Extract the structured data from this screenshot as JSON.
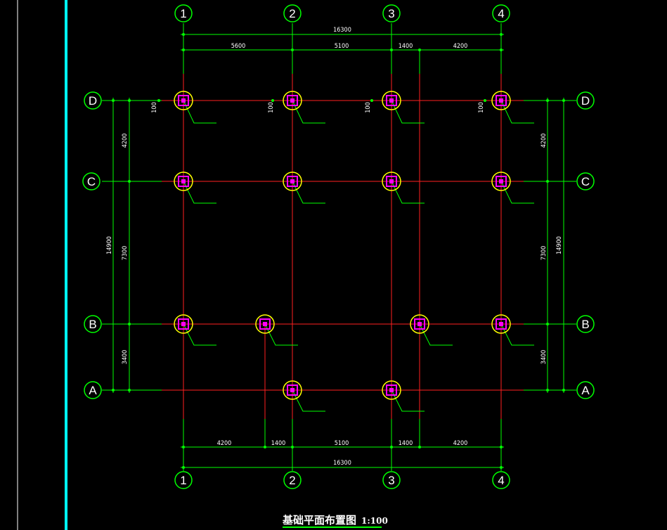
{
  "drawing": {
    "title": "基础平面布置图",
    "scale": "1:100",
    "colors": {
      "background": "#000000",
      "axis_line": "#ff2020",
      "dimension": "#00ff00",
      "footing_circle": "#ffff00",
      "footing_box": "#ff00ff",
      "border": "#00ffff",
      "text": "#ffffff"
    }
  },
  "axes": {
    "columns": [
      "1",
      "2",
      "3",
      "4"
    ],
    "rows": [
      "D",
      "C",
      "B",
      "A"
    ]
  },
  "dimensions": {
    "top_total": "16300",
    "top_segments": [
      "5600",
      "5100",
      "1400",
      "4200"
    ],
    "bottom_total": "16300",
    "bottom_segments": [
      "4200",
      "1400",
      "5100",
      "1400",
      "4200"
    ],
    "left_total": "14900",
    "left_segments": [
      "4200",
      "7300",
      "3400"
    ],
    "right_total": "14900",
    "right_segments": [
      "4200",
      "7300",
      "3400"
    ],
    "offsets": [
      "100",
      "100",
      "100",
      "100"
    ]
  }
}
